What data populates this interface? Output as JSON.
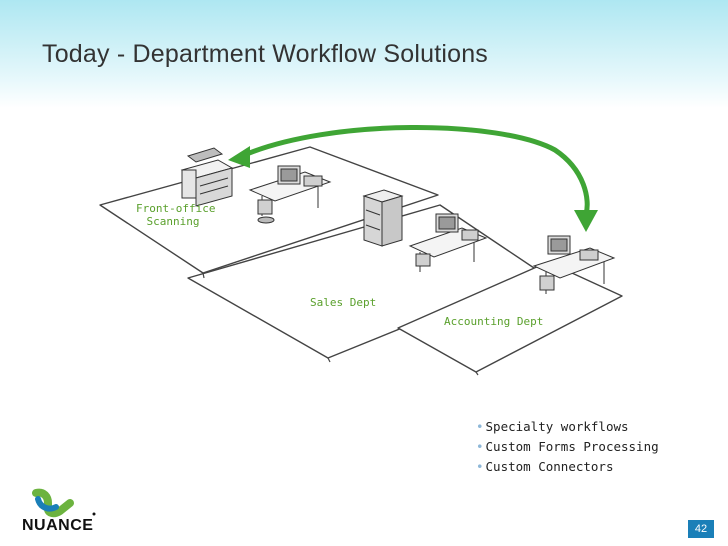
{
  "slide": {
    "title": "Today - Department Workflow Solutions",
    "page_number": "42"
  },
  "diagram": {
    "zones": [
      {
        "label": "Front-office\nScanning"
      },
      {
        "label": "Sales Dept"
      },
      {
        "label": "Accounting Dept"
      }
    ],
    "arrow_color": "#3fa535",
    "label_color": "#5aa02c"
  },
  "bullets": [
    "Specialty workflows",
    "Custom Forms Processing",
    "Custom Connectors"
  ],
  "brand": {
    "name": "NUANCE",
    "accent": "#1a7fb8",
    "logo_green": "#6cb33f",
    "logo_blue": "#1a7fb8"
  }
}
